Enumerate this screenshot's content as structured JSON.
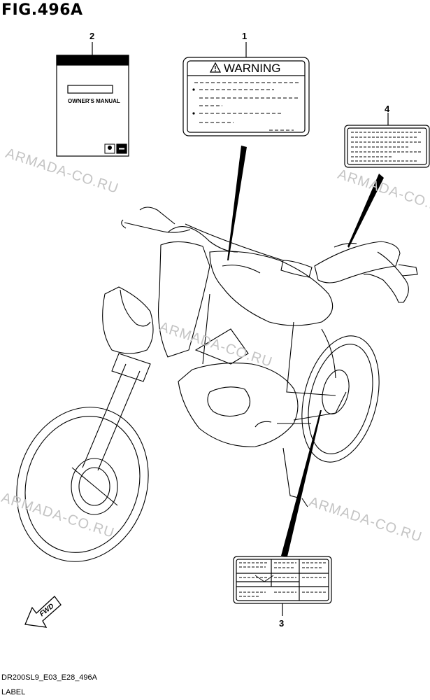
{
  "figure": {
    "title": "FIG.496A",
    "code": "DR200SL9_E03_E28_496A",
    "caption": "LABEL"
  },
  "callouts": {
    "c1": "1",
    "c2": "2",
    "c3": "3",
    "c4": "4"
  },
  "warning_label": {
    "text": "WARNING",
    "icon": "warning-triangle-icon"
  },
  "owners_manual": {
    "text": "OWNER'S MANUAL",
    "logo": "suzuki-logo-icon"
  },
  "fwd_arrow": {
    "text": "FWD",
    "icon": "forward-arrow-icon"
  },
  "watermark": {
    "text": "ARMADA-CO.RU",
    "color": "#c4c4c4"
  }
}
